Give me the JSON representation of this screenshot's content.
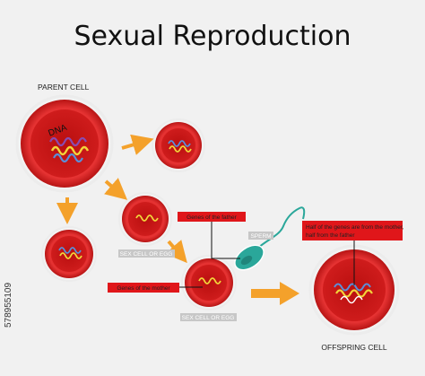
{
  "title": "Sexual Reproduction",
  "labels": {
    "parent_cell": "PARENT CELL",
    "dna": "DNA",
    "genes_father": "Genes of the father",
    "genes_mother": "Genes of the mother",
    "sperm": "SPERM",
    "sex_cell_1": "SEX CELL  OR  EGG",
    "sex_cell_2": "SEX CELL  OR  EGG",
    "half_genes_line1": "Half of the genes are from the mother,",
    "half_genes_line2": "half from the father",
    "offspring_cell": "OFFSPRING CELL"
  },
  "side_id": "578955109",
  "colors": {
    "cell_red": "#e02a2a",
    "cell_dark_red": "#b81818",
    "arrow_orange": "#f4a12b",
    "label_box_red": "#e0161a",
    "sperm_teal": "#2aa79a",
    "tag_grey": "#c7c7c7",
    "dna_blue": "#5a8ed8",
    "dna_yellow": "#f2d43a",
    "dna_purple": "#8a4bb0"
  }
}
